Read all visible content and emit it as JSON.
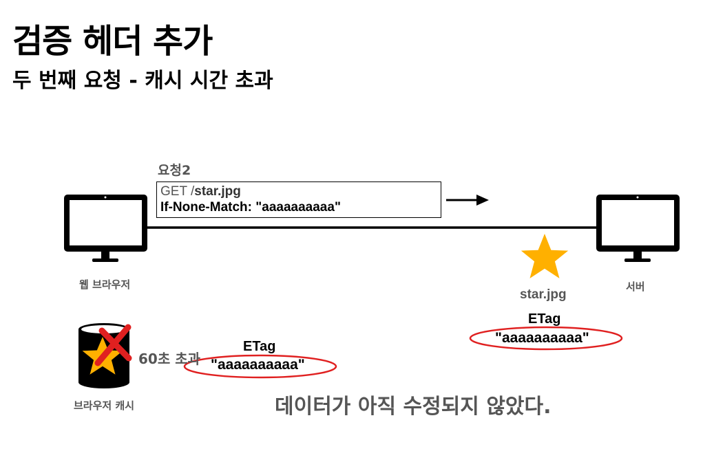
{
  "title": "검증 헤더 추가",
  "subtitle": "두 번째 요청 - 캐시 시간 초과",
  "request": {
    "label": "요청2",
    "method": "GET /",
    "path": "star.jpg",
    "header": "If-None-Match: \"aaaaaaaaaa\""
  },
  "browser": {
    "label": "웹 브라우저"
  },
  "server": {
    "label": "서버",
    "resource": "star.jpg"
  },
  "server_etag": {
    "title": "ETag",
    "value": "\"aaaaaaaaaa\""
  },
  "cache": {
    "label": "브라우저 캐시",
    "expired": "60초 초과",
    "etag_title": "ETag",
    "etag_value": "\"aaaaaaaaaa\""
  },
  "conclusion": "데이터가 아직 수정되지 않았다.",
  "colors": {
    "star": "#FFB000",
    "highlight": "#E02020",
    "text_gray": "#555555"
  },
  "icons": [
    "monitor-icon",
    "star-icon",
    "cache-cylinder-icon",
    "x-mark-icon",
    "arrow-right-icon"
  ]
}
